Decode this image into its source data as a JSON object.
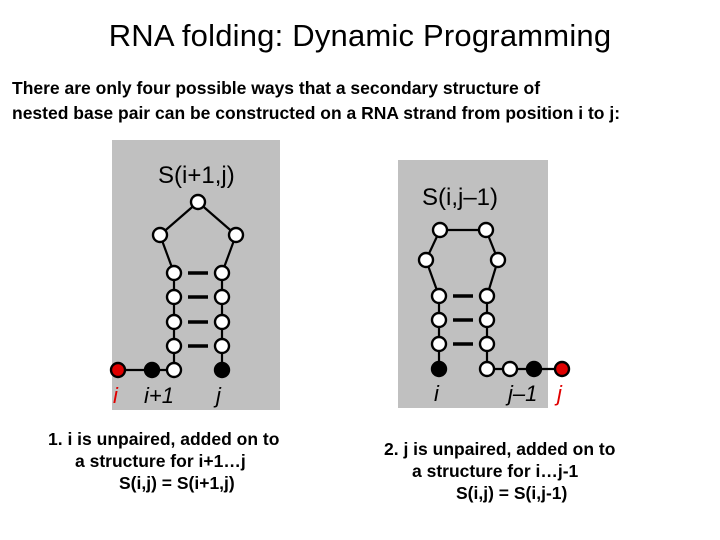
{
  "title": "RNA folding: Dynamic Programming",
  "intro": {
    "line1": "There are only four possible ways that a secondary structure of",
    "line2": "nested base pair can be constructed on a RNA strand from position i to j:"
  },
  "diagram1": {
    "label": "S(i+1,j)",
    "idx_i": "i",
    "idx_i1": "i+1",
    "idx_j": "j"
  },
  "diagram2": {
    "label": "S(i,j–1)",
    "idx_i": "i",
    "idx_j1": "j–1",
    "idx_j": "j"
  },
  "case1": {
    "line1": "1.  i is unpaired, added on to",
    "line2": "a structure for i+1…j",
    "line3": "S(i,j) = S(i+1,j)"
  },
  "case2": {
    "line1": "2.  j is unpaired, added on to",
    "line2": "a structure for i…j-1",
    "line3": "S(i,j) = S(i,j-1)"
  },
  "colors": {
    "panel": "#c0c0c0",
    "unpaired_highlight": "#e00000",
    "bead": "#ffffff"
  }
}
